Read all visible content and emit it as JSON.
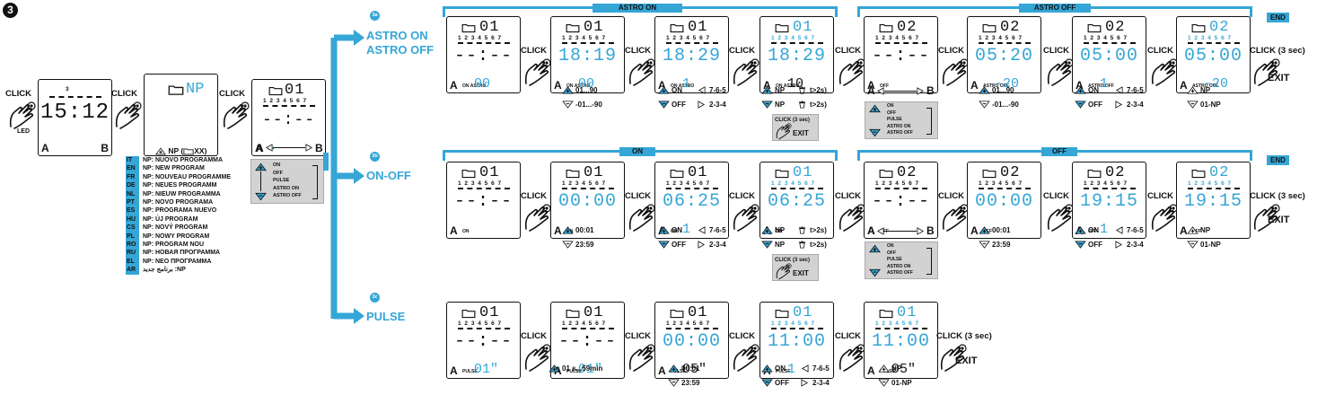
{
  "step": {
    "number": "3"
  },
  "initial": {
    "click1": "CLICK",
    "led": "LED",
    "clock": {
      "time": "15:12",
      "days_label": "3"
    },
    "click2": "CLICK",
    "np_display": "NP",
    "click3": "CLICK",
    "prog_display": "01",
    "np_caption": "NP (",
    "np_caption_end": "XX)",
    "selector_items": [
      "ON",
      "OFF",
      "PULSE",
      "ASTRO ON",
      "ASTRO OFF"
    ]
  },
  "languages": [
    {
      "code": "IT",
      "text": "NP: NUOVO PROGRAMMA"
    },
    {
      "code": "EN",
      "text": "NP: NEW PROGRAM"
    },
    {
      "code": "FR",
      "text": "NP: NOUVEAU PROGRAMME"
    },
    {
      "code": "DE",
      "text": "NP: NEUES PROGRAMM"
    },
    {
      "code": "NL",
      "text": "NP: NIEUW PROGRAMMA"
    },
    {
      "code": "PT",
      "text": "NP: NOVO PROGRAMA"
    },
    {
      "code": "ES",
      "text": "NP: PROGRAMA NUEVO"
    },
    {
      "code": "HU",
      "text": "NP: ÚJ PROGRAM"
    },
    {
      "code": "CS",
      "text": "NP: NOVÝ PROGRAM"
    },
    {
      "code": "PL",
      "text": "NP: NOWY PROGRAM"
    },
    {
      "code": "RO",
      "text": "NP: PROGRAM NOU"
    },
    {
      "code": "RU",
      "text": "NP: НОВАЯ ПРОГРАММА"
    },
    {
      "code": "EL",
      "text": "NP: ΝΕΟ ΠΡΟΓΡΑΜΜΑ"
    },
    {
      "code": "AR",
      "text": "برنامج جديد :NP"
    }
  ],
  "branches": {
    "astro": {
      "badge": "3a",
      "label1": "ASTRO ON",
      "label2": "ASTRO OFF"
    },
    "onoff": {
      "badge": "3b",
      "label1": "ON-OFF"
    },
    "pulse": {
      "badge": "3c",
      "label1": "PULSE"
    }
  },
  "row1": {
    "bar_left": "ASTRO ON",
    "bar_right": "ASTRO OFF",
    "end": "END",
    "screens": [
      {
        "prog": "01",
        "main": "--:--",
        "sub": "ON ASTRO",
        "val": "00"
      },
      {
        "prog": "01",
        "main": "18:19",
        "sub": "ON ASTRO",
        "val": "00"
      },
      {
        "prog": "01",
        "main": "18:29",
        "sub": "ON ASTRO",
        "val": "1"
      },
      {
        "prog": "01",
        "main": "18:29",
        "sub": "ON ASTRO",
        "val": "10"
      },
      {
        "prog": "02",
        "main": "--:--",
        "sub": "OFF",
        "val": ""
      },
      {
        "prog": "02",
        "main": "05:20",
        "sub": "ASTRO OFF",
        "val": "-20"
      },
      {
        "prog": "02",
        "main": "05:00",
        "sub": "ASTRO OFF",
        "val": "1"
      },
      {
        "prog": "02",
        "main": "05:00",
        "sub": "ASTRO OFF",
        "val": "-20"
      }
    ],
    "clicks": [
      "CLICK",
      "CLICK",
      "CLICK",
      "CLICK",
      "CLICK",
      "CLICK",
      "CLICK",
      "CLICK (3 sec)"
    ],
    "exit": "EXIT",
    "captions": {
      "up1": "01...90",
      "down1": "-01...-90",
      "on": "ON",
      "off": "OFF",
      "d765": "7-6-5",
      "d234": "2-3-4",
      "np": "NP",
      "t2s": "t>2s)",
      "gray_click": "CLICK (3 sec)",
      "gray_exit": "EXIT",
      "up2": "01...90",
      "down2": "-01...-90",
      "on2": "ON",
      "off2": "OFF",
      "d765b": "7-6-5",
      "d234b": "2-3-4",
      "np2": "NP",
      "np01": "01-NP"
    }
  },
  "row2": {
    "bar_left": "ON",
    "bar_right": "OFF",
    "end": "END",
    "screens": [
      {
        "prog": "01",
        "main": "--:--",
        "sub": "ON",
        "val": ""
      },
      {
        "prog": "01",
        "main": "00:00",
        "sub": "ON",
        "val": ""
      },
      {
        "prog": "01",
        "main": "06:25",
        "sub": "ON",
        "val": "1"
      },
      {
        "prog": "01",
        "main": "06:25",
        "sub": "ON",
        "val": ""
      },
      {
        "prog": "02",
        "main": "--:--",
        "sub": "OFF",
        "val": ""
      },
      {
        "prog": "02",
        "main": "00:00",
        "sub": "OFF",
        "val": ""
      },
      {
        "prog": "02",
        "main": "19:15",
        "sub": "OFF",
        "val": "1"
      },
      {
        "prog": "02",
        "main": "19:15",
        "sub": "OFF",
        "val": ""
      }
    ],
    "clicks": [
      "CLICK",
      "CLICK",
      "CLICK",
      "CLICK",
      "CLICK",
      "CLICK",
      "CLICK",
      "CLICK (3 sec)"
    ],
    "exit": "EXIT",
    "captions": {
      "up1": "00:01",
      "down1": "23:59",
      "on": "ON",
      "off": "OFF",
      "d765": "7-6-5",
      "d234": "2-3-4",
      "np": "NP",
      "t2s": "t>2s)",
      "gray_click": "CLICK (3 sec)",
      "gray_exit": "EXIT",
      "up2": "00:01",
      "down2": "23:59",
      "on2": "ON",
      "off2": "OFF",
      "d765b": "7-6-5",
      "d234b": "2-3-4",
      "np2": "NP",
      "np01": "01-NP"
    }
  },
  "row3": {
    "screens": [
      {
        "prog": "01",
        "main": "--:--",
        "sub": "PULSE",
        "val": "01\""
      },
      {
        "prog": "01",
        "main": "--:--",
        "sub": "PULSE",
        "val": "01\""
      },
      {
        "prog": "01",
        "main": "00:00",
        "sub": "PULSE",
        "val": "05\""
      },
      {
        "prog": "01",
        "main": "11:00",
        "sub": "PULSE",
        "val": "1"
      },
      {
        "prog": "01",
        "main": "11:00",
        "sub": "PULSE",
        "val": "05\""
      }
    ],
    "clicks": [
      "CLICK",
      "CLICK",
      "CLICK",
      "CLICK",
      "CLICK (3 sec)"
    ],
    "exit": "EXIT",
    "captions": {
      "range": "01 s...59min",
      "up": "00:01",
      "down": "23:59",
      "on": "ON",
      "off": "OFF",
      "d765": "7-6-5",
      "d234": "2-3-4",
      "np": "NP",
      "np01": "01-NP"
    }
  },
  "colors": {
    "accent": "#35a6d6",
    "gray_panel": "#d2d2d2",
    "ink": "#111111"
  }
}
